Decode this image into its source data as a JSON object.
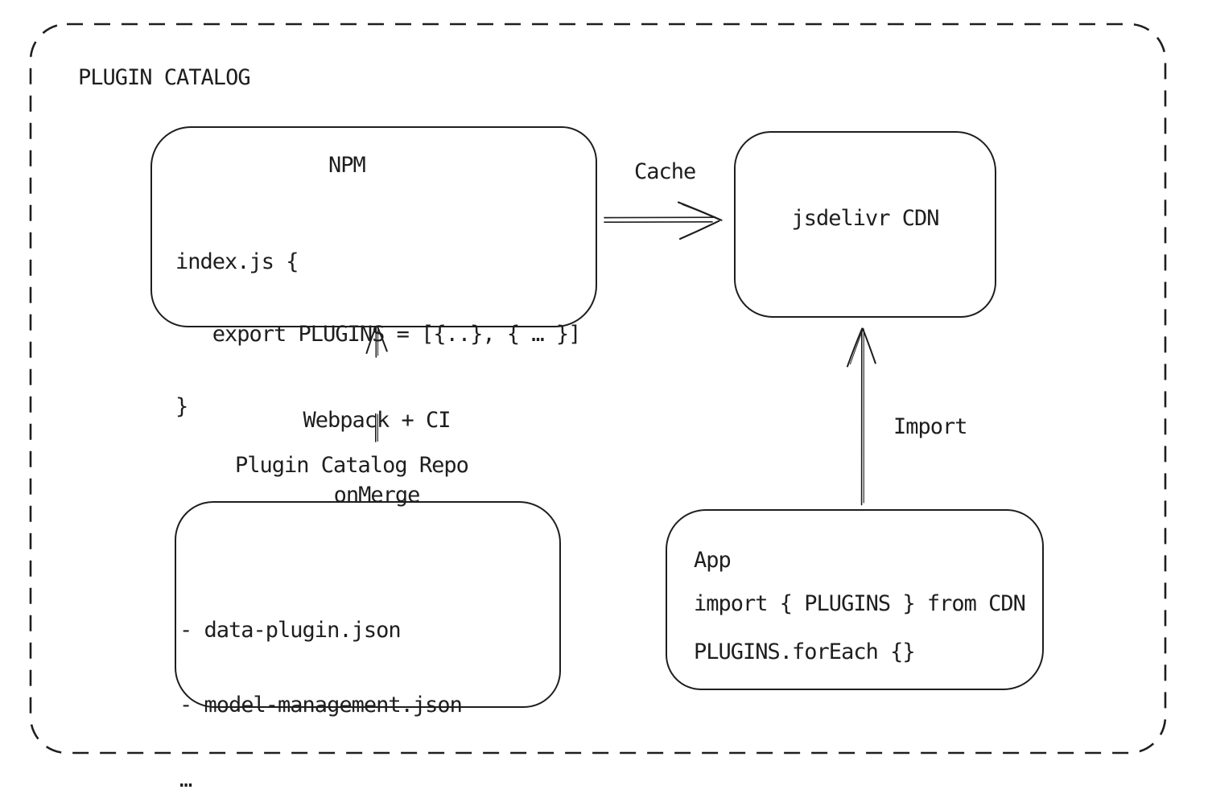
{
  "diagram": {
    "title": "PLUGIN CATALOG",
    "colors": {
      "stroke": "#1e1e1e",
      "background": "#ffffff"
    },
    "nodes": {
      "npm": {
        "title": "NPM",
        "code": [
          "index.js {",
          "   export PLUGINS = [{..}, { … }]",
          "}"
        ]
      },
      "cdn": {
        "label": "jsdelivr CDN"
      },
      "repo": {
        "title": "Plugin Catalog Repo",
        "items": [
          "- data-plugin.json",
          "- model-management.json",
          "…"
        ]
      },
      "app": {
        "title": "App",
        "code": [
          "import { PLUGINS } from CDN",
          "PLUGINS.forEach {}"
        ]
      }
    },
    "edges": {
      "cache": {
        "label": "Cache",
        "from": "NPM",
        "to": "jsdelivr CDN"
      },
      "build": {
        "label_lines": [
          "Webpack + CI",
          "onMerge"
        ],
        "from": "Plugin Catalog Repo",
        "to": "NPM"
      },
      "import": {
        "label": "Import",
        "from": "App",
        "to": "jsdelivr CDN"
      }
    }
  }
}
